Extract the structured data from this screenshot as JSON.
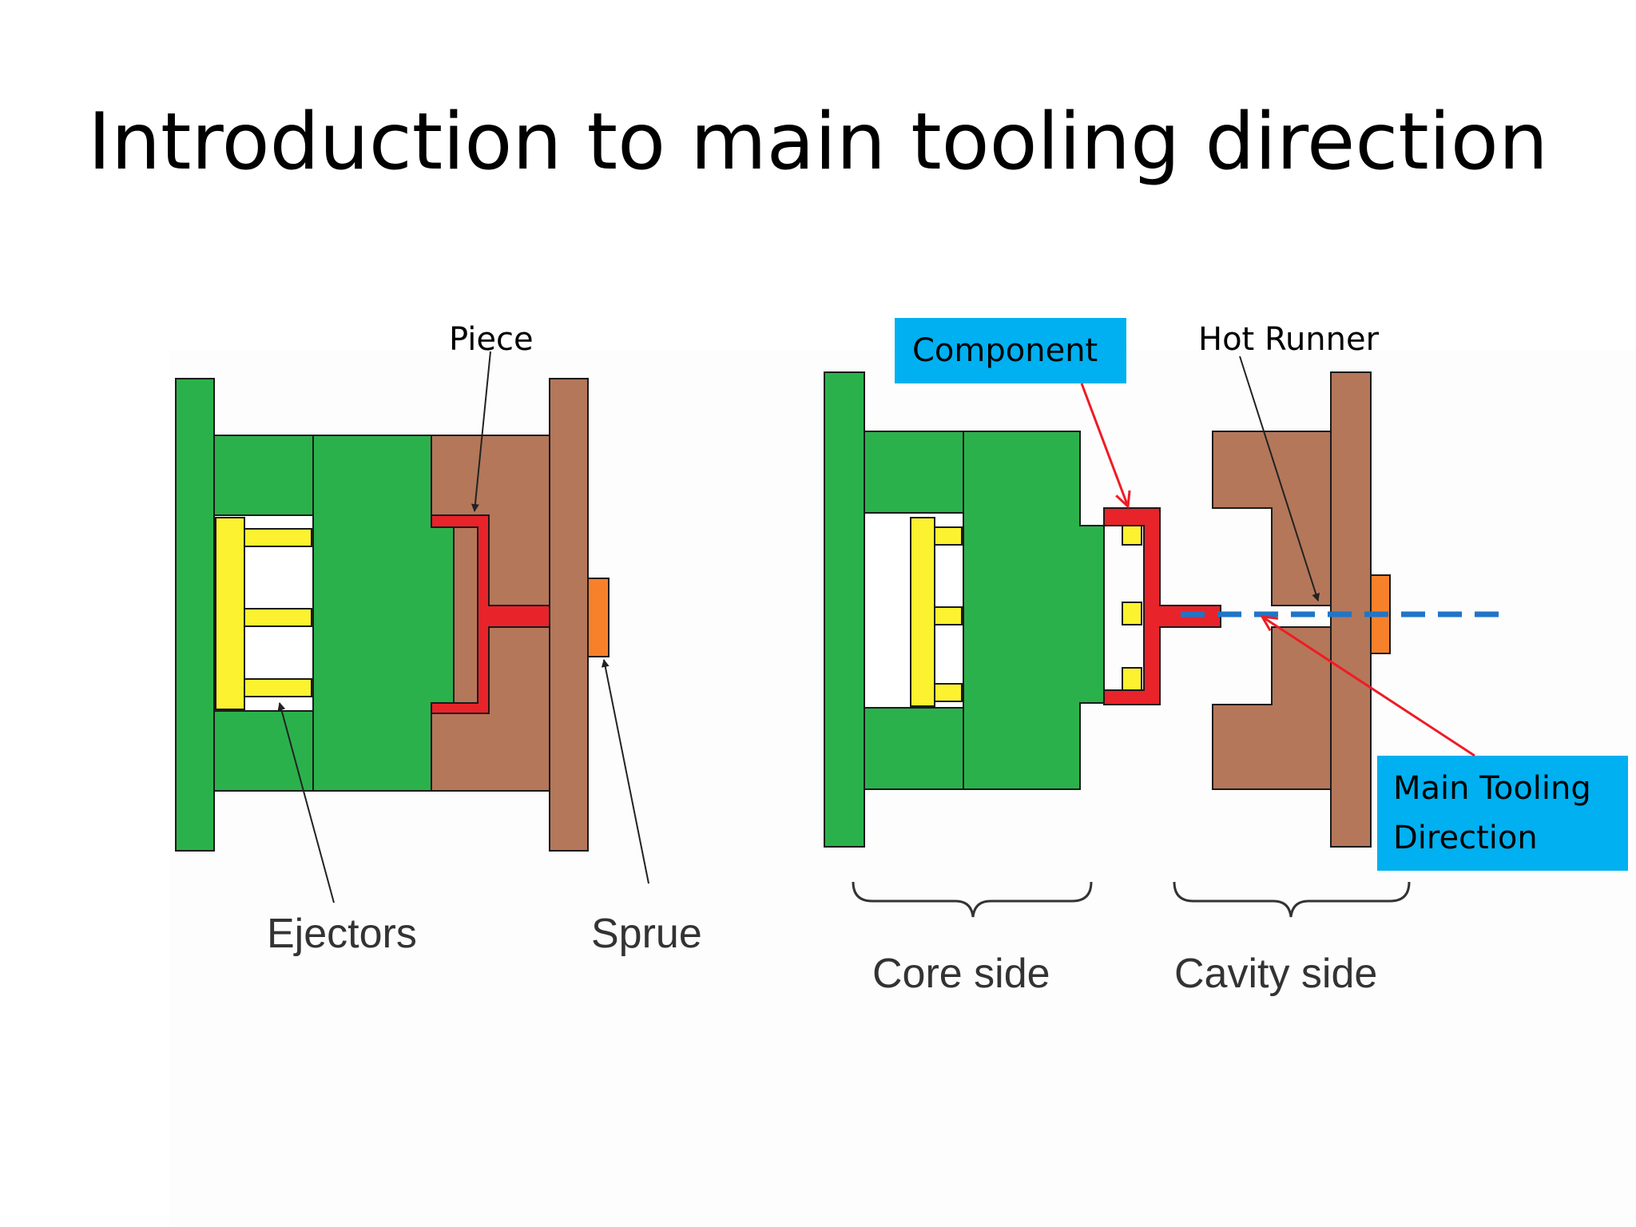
{
  "title": "Introduction to main tooling direction",
  "labels": {
    "piece": "Piece",
    "ejectors": "Ejectors",
    "sprue": "Sprue",
    "component": "Component",
    "hot_runner": "Hot Runner",
    "core_side": "Core side",
    "cavity_side": "Cavity side",
    "main_tooling_direction_line1": "Main Tooling",
    "main_tooling_direction_line2": "Direction"
  },
  "colors": {
    "core_green": "#2bb14c",
    "cavity_brown": "#b4775a",
    "part_red": "#e8232a",
    "ejector_yellow": "#fdf22f",
    "sprue_orange": "#f7812b",
    "callout_blue": "#00b0f0",
    "direction_line_blue": "#2075c7",
    "arrow_red": "#ee1c25"
  }
}
